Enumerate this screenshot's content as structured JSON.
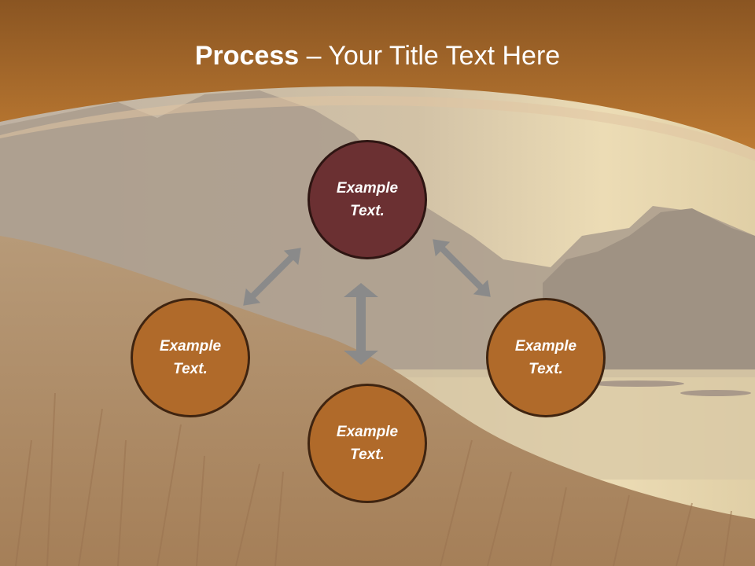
{
  "slide": {
    "title_bold": "Process",
    "title_rest": " – Your Title Text Here",
    "colors": {
      "header_band": "#b9742e",
      "node_primary": "#6b3032",
      "node_secondary": "#b06a2a",
      "arrow": "#8a8a8a"
    }
  },
  "diagram": {
    "nodes": [
      {
        "id": "top",
        "line1": "Example",
        "line2": "Text."
      },
      {
        "id": "left",
        "line1": "Example",
        "line2": "Text."
      },
      {
        "id": "bottom",
        "line1": "Example",
        "line2": "Text."
      },
      {
        "id": "right",
        "line1": "Example",
        "line2": "Text."
      }
    ],
    "connectors": [
      "top-left",
      "top-bottom",
      "top-right"
    ]
  }
}
